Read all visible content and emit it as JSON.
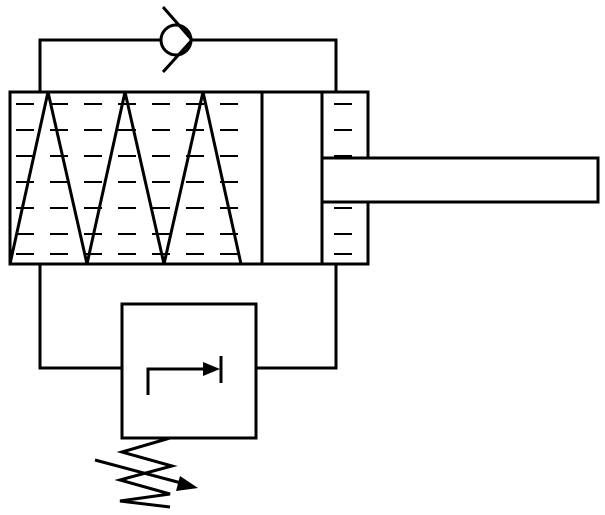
{
  "diagram": {
    "type": "hydraulic-cylinder-schematic",
    "components": [
      {
        "id": "cylinder-body",
        "kind": "cylinder-barrel"
      },
      {
        "id": "compression-spring",
        "kind": "spring",
        "turns": 3
      },
      {
        "id": "piston",
        "kind": "piston"
      },
      {
        "id": "piston-rod",
        "kind": "rod"
      },
      {
        "id": "check-valve",
        "kind": "check-valve"
      },
      {
        "id": "relief-valve",
        "kind": "pressure-relief-valve"
      },
      {
        "id": "adjustable-spring",
        "kind": "adjustable-spring"
      }
    ],
    "fluid": {
      "fill_pattern": "dashed"
    },
    "colors": {
      "line": "#000000",
      "background": "#ffffff"
    }
  }
}
